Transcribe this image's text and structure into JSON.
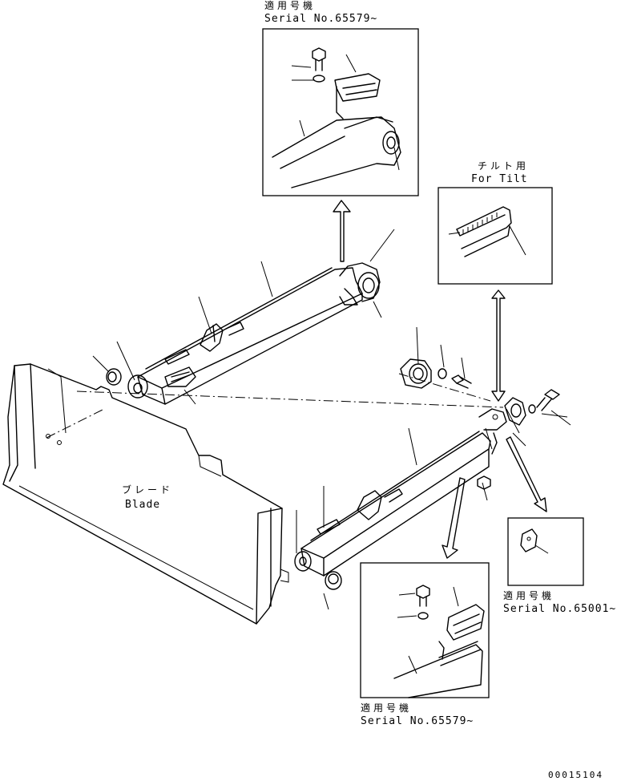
{
  "callouts": {
    "top": {
      "jp": "適用号機",
      "serial": "Serial No.65579~"
    },
    "tilt": {
      "jp": "チルト用",
      "en": "For Tilt"
    },
    "right": {
      "jp": "適用号機",
      "serial": "Serial No.65001~"
    },
    "bottom": {
      "jp": "適用号機",
      "serial": "Serial No.65579~"
    }
  },
  "blade": {
    "jp": "ブレード",
    "en": "Blade"
  },
  "reference_number": "00015104"
}
